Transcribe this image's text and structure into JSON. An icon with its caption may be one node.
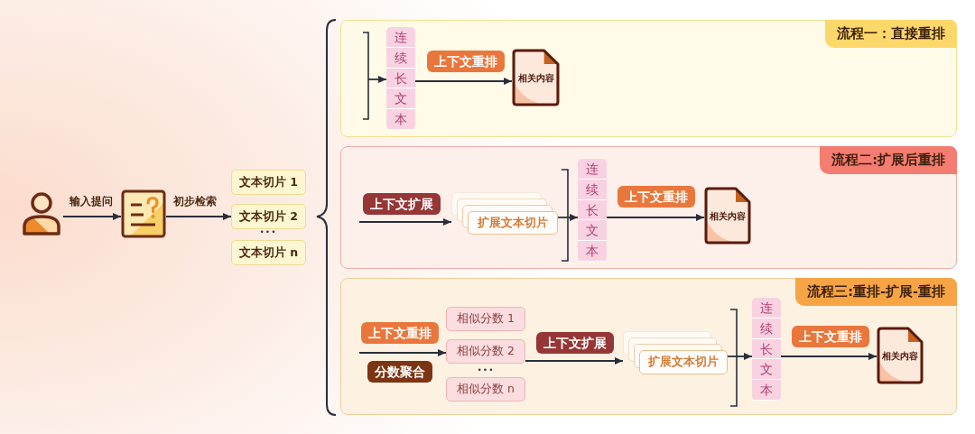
{
  "diagram": {
    "nodes": [
      {
        "text": [],
        "shape": "person"
      },
      {
        "text": [],
        "shape": "picture"
      },
      {
        "text": [
          "文本切片 1"
        ]
      },
      {
        "text": [
          "文本切片 2"
        ]
      },
      {
        "text": [
          "文本切片 n"
        ]
      },
      {
        "text": [
          "流程一：直接重排"
        ]
      },
      {
        "text": [
          "连续长文本"
        ],
        "in": 5
      },
      {
        "text": [
          "相关内容"
        ],
        "in": 5
      },
      {
        "text": [
          "流程二:扩展后重排"
        ]
      },
      {
        "text": [
          "扩展文本切片"
        ],
        "in": 8
      },
      {
        "text": [
          "连续长文本"
        ],
        "in": 8
      },
      {
        "text": [
          "相关内容"
        ],
        "in": 8
      },
      {
        "text": [
          "流程三:重排-扩展-重排"
        ]
      },
      {
        "text": [
          "相似分数 1"
        ],
        "in": 12
      },
      {
        "text": [
          "相似分数 2"
        ],
        "in": 12
      },
      {
        "text": [
          "相似分数 n"
        ],
        "in": 12
      },
      {
        "text": [
          "扩展文本切片"
        ],
        "in": 12
      },
      {
        "text": [
          "连续长文本"
        ],
        "in": 12
      },
      {
        "text": [
          "相关内容"
        ],
        "in": 12
      }
    ],
    "edges": [
      {
        "from": 0,
        "to": 1,
        "arrow": "to",
        "label": "输入提问"
      },
      {
        "from": 1,
        "to": 3,
        "arrow": "to",
        "label": "初步检索"
      },
      {
        "from": null,
        "to": 6,
        "arrow": "to"
      },
      {
        "from": 6,
        "to": 7,
        "arrow": "to",
        "label": "上下文重排"
      },
      {
        "from": null,
        "to": 9,
        "arrow": "to",
        "label": "上下文扩展"
      },
      {
        "from": 9,
        "to": 10,
        "arrow": "to"
      },
      {
        "from": 10,
        "to": 11,
        "arrow": "to",
        "label": "上下文重排"
      },
      {
        "from": null,
        "to": 14,
        "arrow": "to",
        "label": "上下文重排"
      },
      {
        "from": 14,
        "to": 16,
        "arrow": "to",
        "label": "上下文扩展"
      },
      {
        "from": 16,
        "to": 17,
        "arrow": "to"
      },
      {
        "from": 17,
        "to": 18,
        "arrow": "to",
        "label": "上下文重排"
      }
    ],
    "labels": [
      "•••",
      "分数聚合",
      "•••"
    ]
  }
}
